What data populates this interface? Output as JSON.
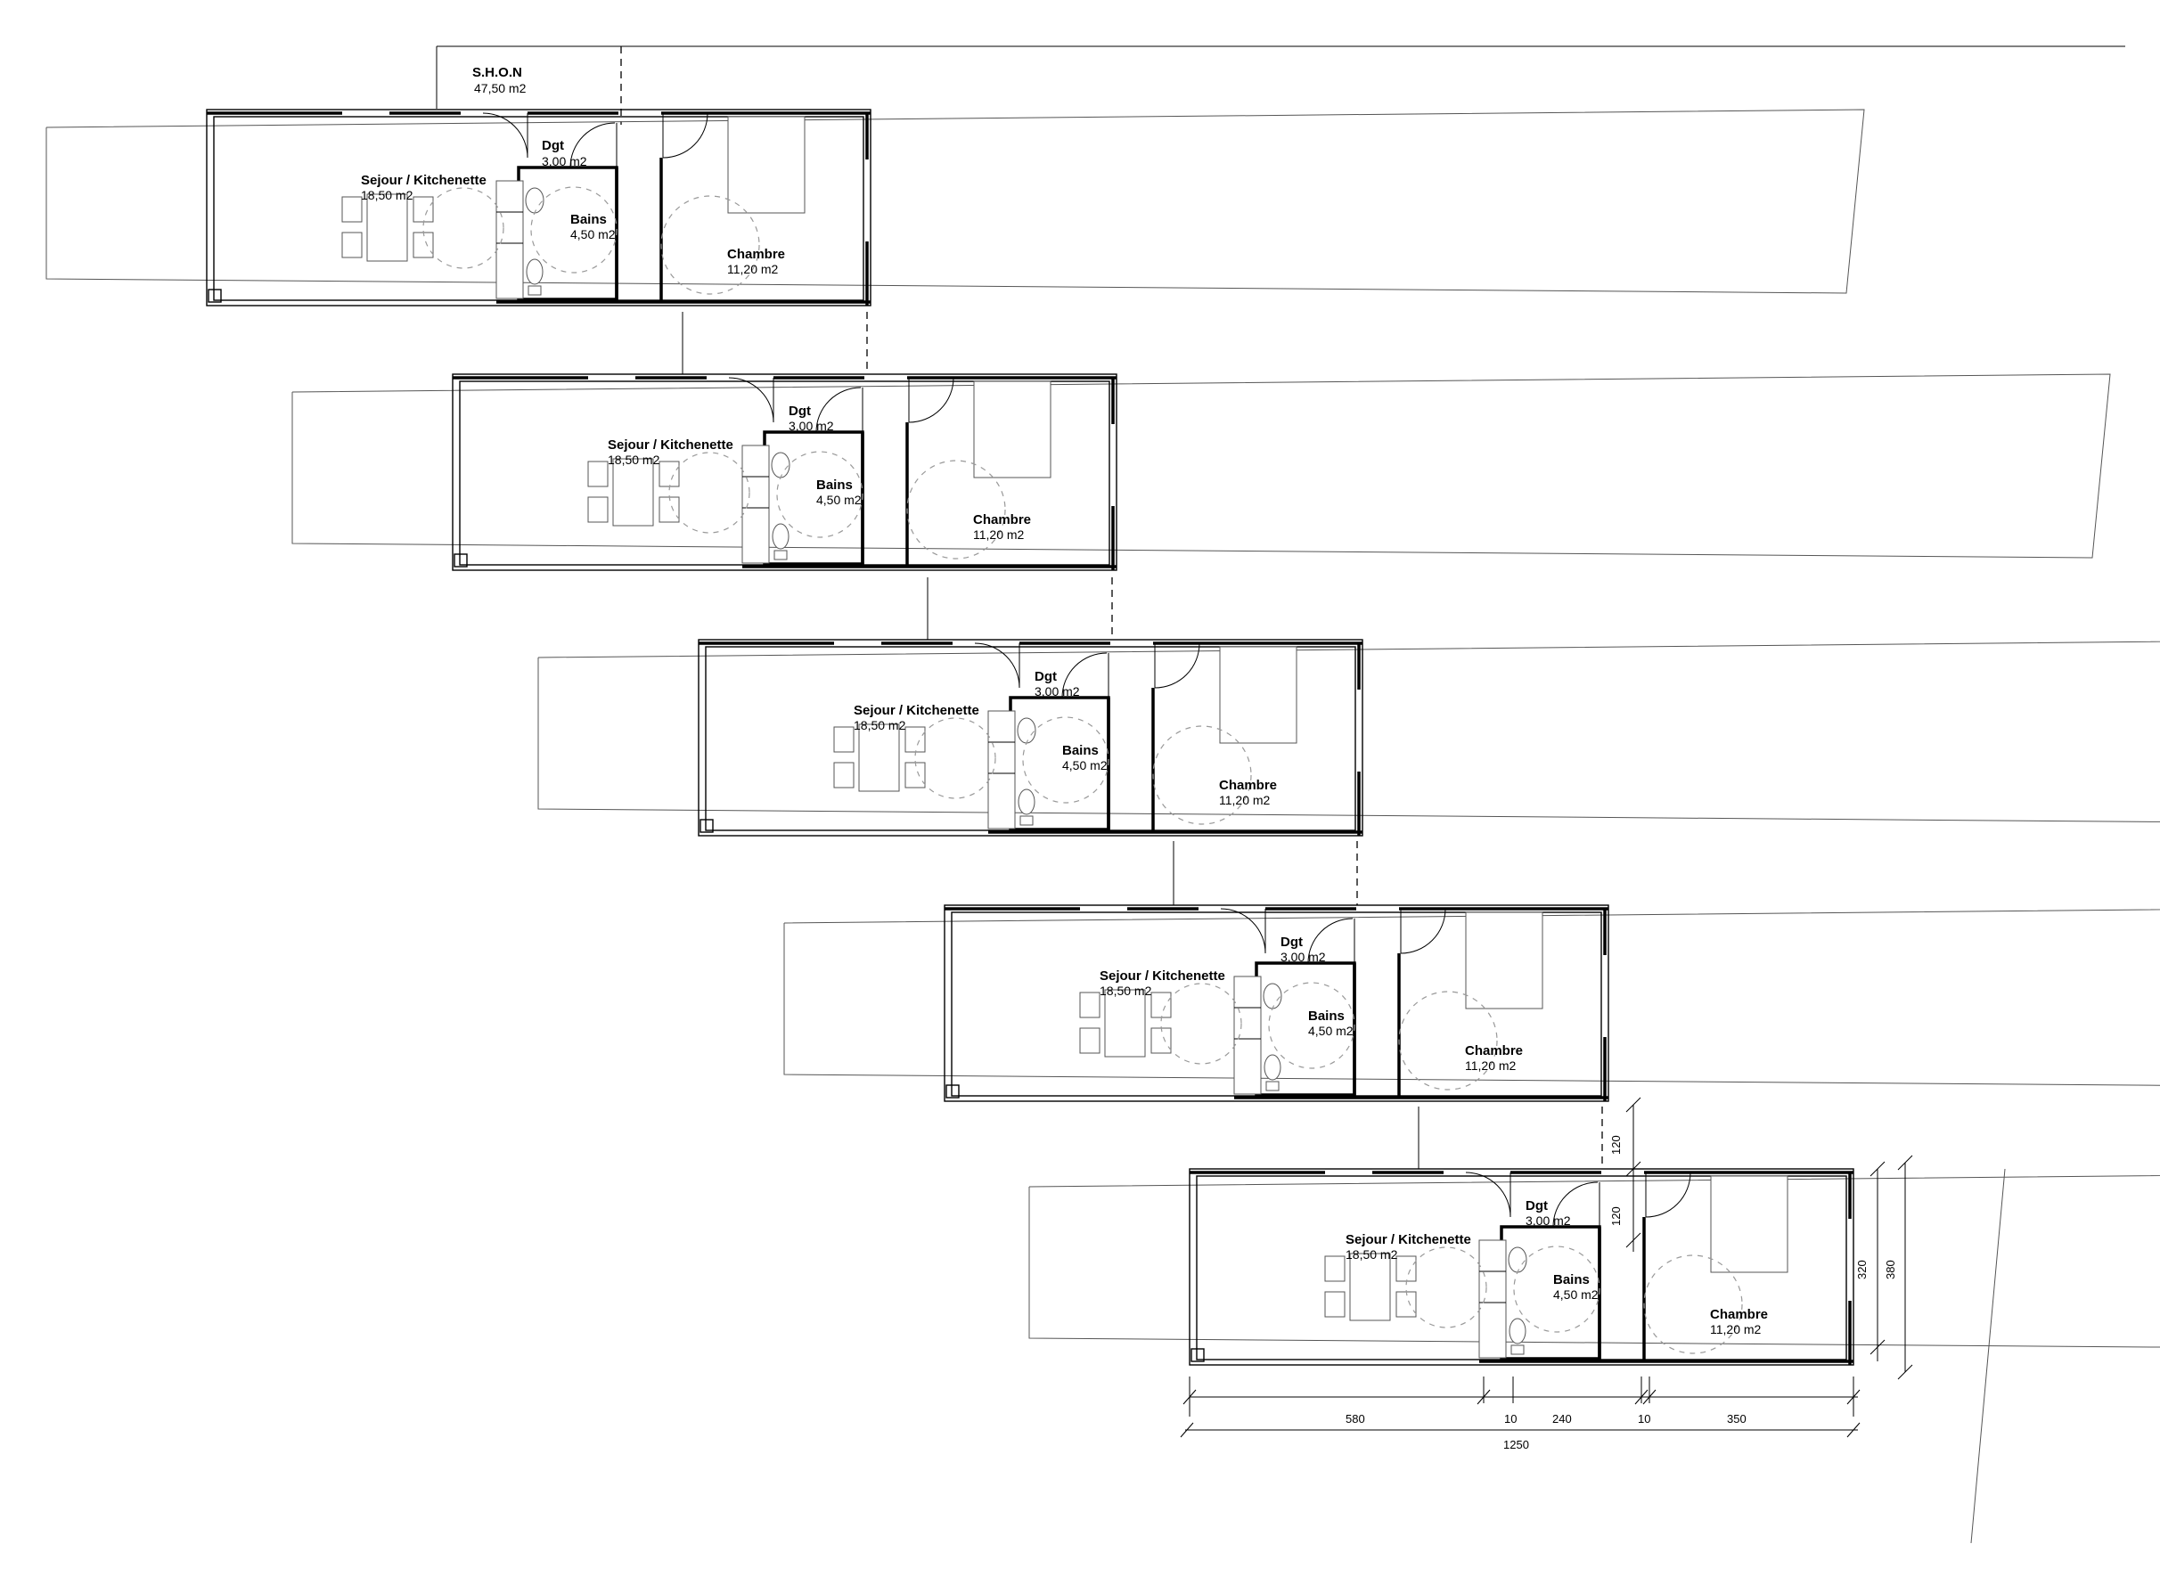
{
  "shon": {
    "label": "S.H.O.N",
    "area": "47,50 m2"
  },
  "units": [
    {
      "sejour": "Sejour /  Kitchenette",
      "sejour_area": "18,50 m2",
      "dgt": "Dgt",
      "dgt_area": "3,00 m2",
      "bains": "Bains",
      "bains_area": "4,50 m2",
      "chambre": "Chambre",
      "chambre_area": "11,20 m2"
    },
    {
      "sejour": "Sejour /  Kitchenette",
      "sejour_area": "18,50 m2",
      "dgt": "Dgt",
      "dgt_area": "3,00 m2",
      "bains": "Bains",
      "bains_area": "4,50 m2",
      "chambre": "Chambre",
      "chambre_area": "11,20 m2"
    },
    {
      "sejour": "Sejour /  Kitchenette",
      "sejour_area": "18,50 m2",
      "dgt": "Dgt",
      "dgt_area": "3,00 m2",
      "bains": "Bains",
      "bains_area": "4,50 m2",
      "chambre": "Chambre",
      "chambre_area": "11,20 m2"
    },
    {
      "sejour": "Sejour /  Kitchenette",
      "sejour_area": "18,50 m2",
      "dgt": "Dgt",
      "dgt_area": "3,00 m2",
      "bains": "Bains",
      "bains_area": "4,50 m2",
      "chambre": "Chambre",
      "chambre_area": "11,20 m2"
    },
    {
      "sejour": "Sejour /  Kitchenette",
      "sejour_area": "18,50 m2",
      "dgt": "Dgt",
      "dgt_area": "3,00 m2",
      "bains": "Bains",
      "bains_area": "4,50 m2",
      "chambre": "Chambre",
      "chambre_area": "11,20 m2"
    }
  ],
  "dimensions": {
    "d580": "580",
    "d10a": "10",
    "d240": "240",
    "d10b": "10",
    "d350": "350",
    "d1250": "1250",
    "d120a": "120",
    "d120b": "120",
    "d320": "320",
    "d380": "380"
  }
}
